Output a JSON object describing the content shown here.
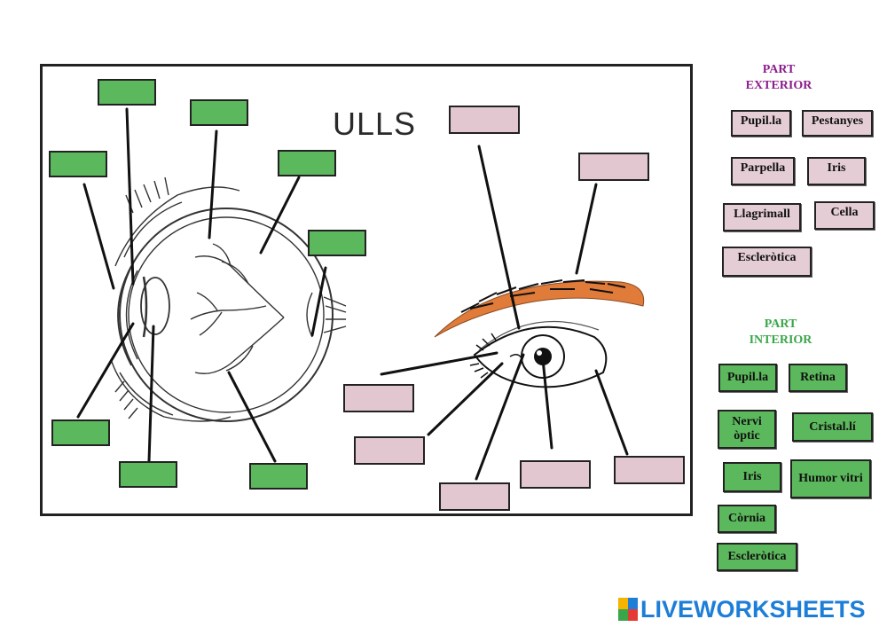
{
  "worksheet": {
    "title": "ULLS"
  },
  "exterior_panel": {
    "heading_line1": "PART",
    "heading_line2": "EXTERIOR",
    "heading_color": "#8b1e8b",
    "chips": [
      "Pupil.la",
      "Pestanyes",
      "Parpella",
      "Iris",
      "Llagrimall",
      "Cella",
      "Escleròtica"
    ]
  },
  "interior_panel": {
    "heading_line1": "PART",
    "heading_line2": "INTERIOR",
    "heading_color": "#3aa64a",
    "chips": [
      "Pupil.la",
      "Retina",
      "Nervi òptic",
      "Cristal.lí",
      "Iris",
      "Humor vitri",
      "Còrnia",
      "Escleròtica"
    ]
  },
  "colors": {
    "green_slot": "#5cb85c",
    "pink_slot": "#e2c6d0",
    "eyebrow": "#e07b39",
    "logo_blue": "#1d7ed8"
  },
  "branding": {
    "logo_text": "LIVEWORKSHEETS",
    "logo_icon": "liveworksheets-logo-icon"
  }
}
